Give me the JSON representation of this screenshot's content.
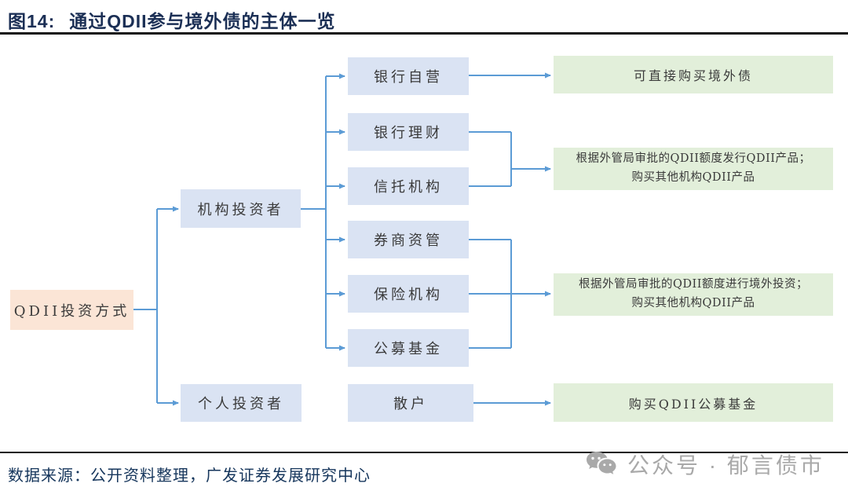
{
  "title": {
    "prefix": "图14:",
    "text": "通过QDII参与境外债的主体一览"
  },
  "colors": {
    "arrow_blue": "#5B9BD5",
    "box_blue": "#DAE3F3",
    "box_peach": "#FBE5D6",
    "box_green": "#E2EFDA",
    "title_navy": "#1B2F55",
    "watermark_gray": "#A9A9A9"
  },
  "diagram": {
    "root": "QDII投资方式",
    "investor_types": {
      "institutional": "机构投资者",
      "individual": "个人投资者"
    },
    "institutional_channels": [
      "银行自营",
      "银行理财",
      "信托机构",
      "券商资管",
      "保险机构",
      "公募基金"
    ],
    "individual_channel": "散户",
    "outcomes": {
      "bank_prop": "可直接购买境外债",
      "wm_trust_line1": "根据外管局审批的QDII额度发行QDII产品；",
      "wm_trust_line2": "购买其他机构QDII产品",
      "inst_invest_line1": "根据外管局审批的QDII额度进行境外投资；",
      "inst_invest_line2": "购买其他机构QDII产品",
      "retail": "购买QDII公募基金"
    }
  },
  "footer": {
    "source": "数据来源：公开资料整理，广发证券发展研究中心"
  },
  "watermark": {
    "icon": "wechat-icon",
    "label": "公众号 · 郁言债市"
  }
}
